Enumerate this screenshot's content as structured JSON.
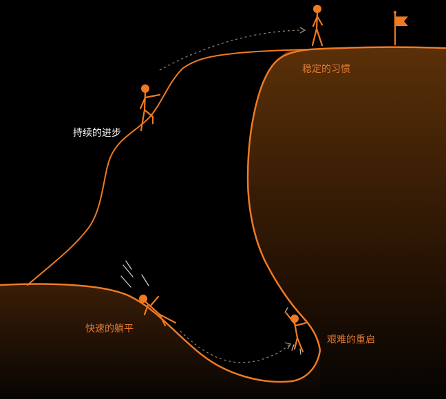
{
  "labels": {
    "stable": "稳定的习惯",
    "progress": "持续的进步",
    "lie_flat": "快速的躺平",
    "restart": "艰难的重启"
  },
  "colors": {
    "background": "#000000",
    "accent": "#f07a22",
    "fill_light": "#5a3008",
    "fill_dark": "#050302",
    "white_label": "#ffffff",
    "orange_label": "#e07a36",
    "dash": "#9a8a7a"
  },
  "icons": [
    "flag-icon",
    "stick-figure-icon"
  ]
}
